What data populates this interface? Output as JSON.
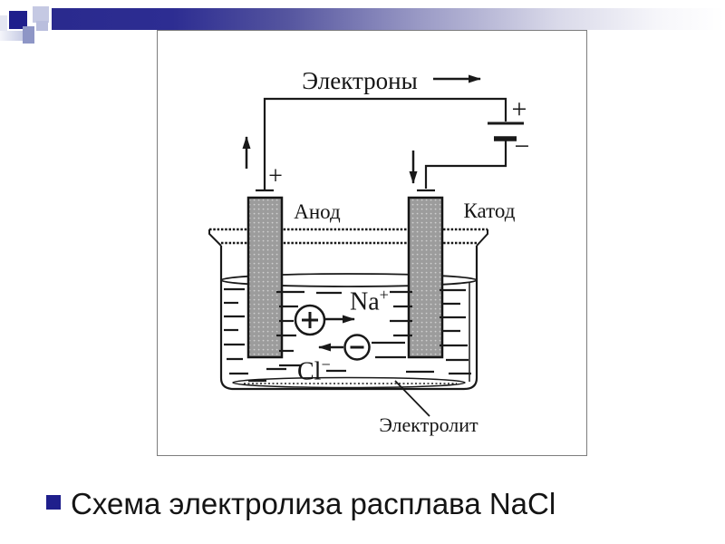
{
  "slide": {
    "title": "Схема электролиза расплава NaCl"
  },
  "diagram": {
    "electrons_label": "Электроны",
    "anode_label": "Анод",
    "cathode_label": "Катод",
    "electrolyte_label": "Электролит",
    "sodium_ion": {
      "symbol": "Na",
      "charge": "+"
    },
    "chloride_ion": {
      "symbol": "Cl",
      "charge": "−"
    },
    "anode_terminal_sign": "+",
    "battery_positive_sign": "+",
    "battery_negative_sign": "−"
  },
  "icons": {
    "electron_flow_arrow": "→",
    "anode_current_arrow": "↑",
    "cathode_current_arrow": "↓",
    "cation_move_arrow": "→",
    "anion_move_arrow": "←",
    "cation_sign": "+",
    "anion_sign": "−"
  },
  "colors": {
    "header_navy": "#2a2a8e",
    "bullet_navy": "#1f1f8c",
    "frame_border": "#7d7d7d",
    "electrode_gray": "#9c9c9c",
    "ink": "#191919"
  }
}
